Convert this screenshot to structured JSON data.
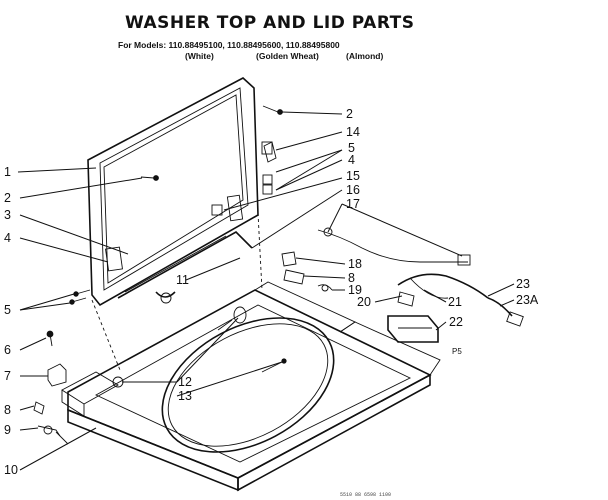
{
  "title": "WASHER TOP AND LID PARTS",
  "models_line": "For Models: 110.88495100, 110.88495600, 110.88495800",
  "colors_line": {
    "white": "(White)",
    "golden_wheat": "(Golden Wheat)",
    "almond": "(Almond)"
  },
  "callouts": [
    "1",
    "2",
    "3",
    "4",
    "5",
    "6",
    "7",
    "8",
    "9",
    "10",
    "2",
    "14",
    "5",
    "4",
    "15",
    "16",
    "17",
    "11",
    "18",
    "8",
    "19",
    "20",
    "21",
    "22",
    "23",
    "23A",
    "12",
    "13"
  ],
  "page_code": "P5",
  "footer_code": "5510 88 6598 1100"
}
